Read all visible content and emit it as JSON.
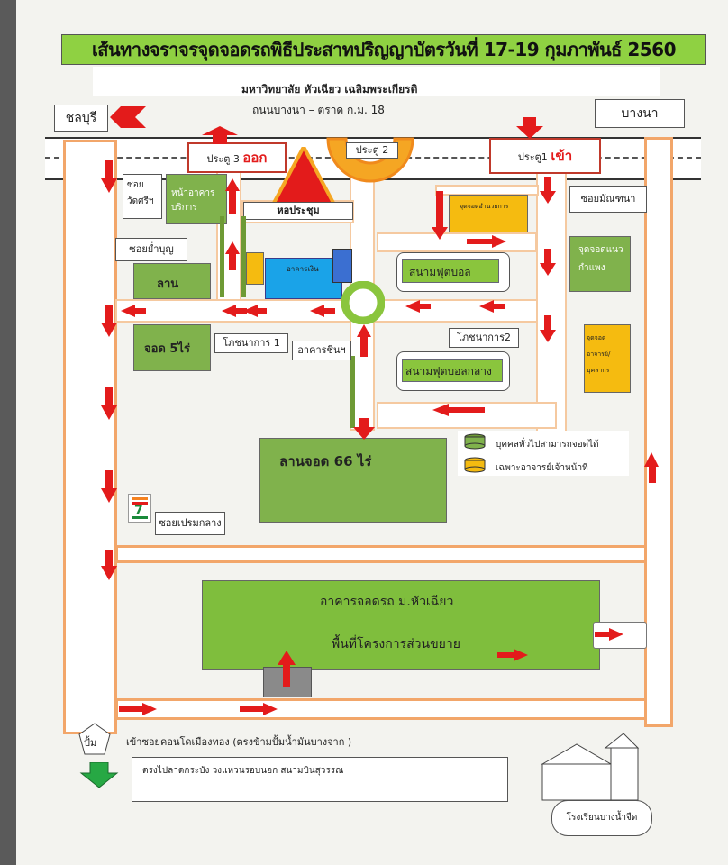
{
  "title": "เส้นทางจราจรจุดจอดรถพิธีประสาทปริญญาบัตรวันที่ 17-19 กุมภาพันธ์ 2560",
  "subtitle_university": "มหาวิทยาลัย หัวเฉียว เฉลิมพระเกียรติ",
  "subtitle_road": "ถนนบางนา – ตราด ก.ม. 18",
  "direction_left": "ชลบุรี",
  "direction_right": "บางนา",
  "gates": {
    "gate1_prefix": "ประตู1",
    "gate1_action": "เข้า",
    "gate2": "ประตู 2",
    "gate3_prefix": "ประตู 3",
    "gate3_action": "ออก"
  },
  "sois": {
    "wat_sri": "ซอย\nวัดศรีฯ",
    "yam_boon": "ซอยย่ำบุญ",
    "montana": "ซอยมัณฑนา",
    "prem_klang": "ซอยเปรมกลาง"
  },
  "places": {
    "service_front": "หน้าอาคาร\nบริการ",
    "auditorium": "หอประชุม",
    "building_inside": "อาคารเงิน",
    "lan": "ลาน",
    "park_5rai": "จอด 5ไร่",
    "kosana1": "โภชนาการ 1",
    "building_chin": "อาคารชินฯ",
    "kosana2": "โภชนาการ2",
    "football": "สนามฟุตบอล",
    "football_mid": "สนามฟุตบอลกลาง",
    "park_service": "จุดจอดอำนวยการ",
    "park_wall": "จุดจอดแนว\nกำแพง",
    "park_staff": "จุดจอด\nอาจารย์/\nบุคลากร",
    "park_66rai": "ลานจอด 66 ไร่",
    "parking_bldg_line1": "อาคารจอดรถ ม.หัวเฉียว",
    "parking_bldg_line2": "พื้นที่โครงการส่วนขยาย",
    "seven_eleven": "7-ELEVEn"
  },
  "legend": {
    "general": "บุคคลทั่วไปสามารถจอดได้",
    "staff_only": "เฉพาะอาจารย์เจ้าหน้าที่"
  },
  "bottom": {
    "gas_station": "ปั้ม",
    "enter_condo": "เข้าซอยคอนโดเมืองทอง (ตรงข้ามปั้มน้ำมันบางจาก )",
    "route": "ตรงไปลาดกระบัง วงแหวนรอบนอก สนามบินสุวรรณ",
    "school": "โรงเรียนบางน้ำจืด"
  },
  "colors": {
    "title_bg": "#8fd142",
    "road_border": "#f2a66a",
    "arrow": "#e31b1b",
    "field": "#8ac53d",
    "building": "#7fbe3d",
    "staff_parking": "#f5bb10",
    "lan_parking": "#80b24c"
  }
}
